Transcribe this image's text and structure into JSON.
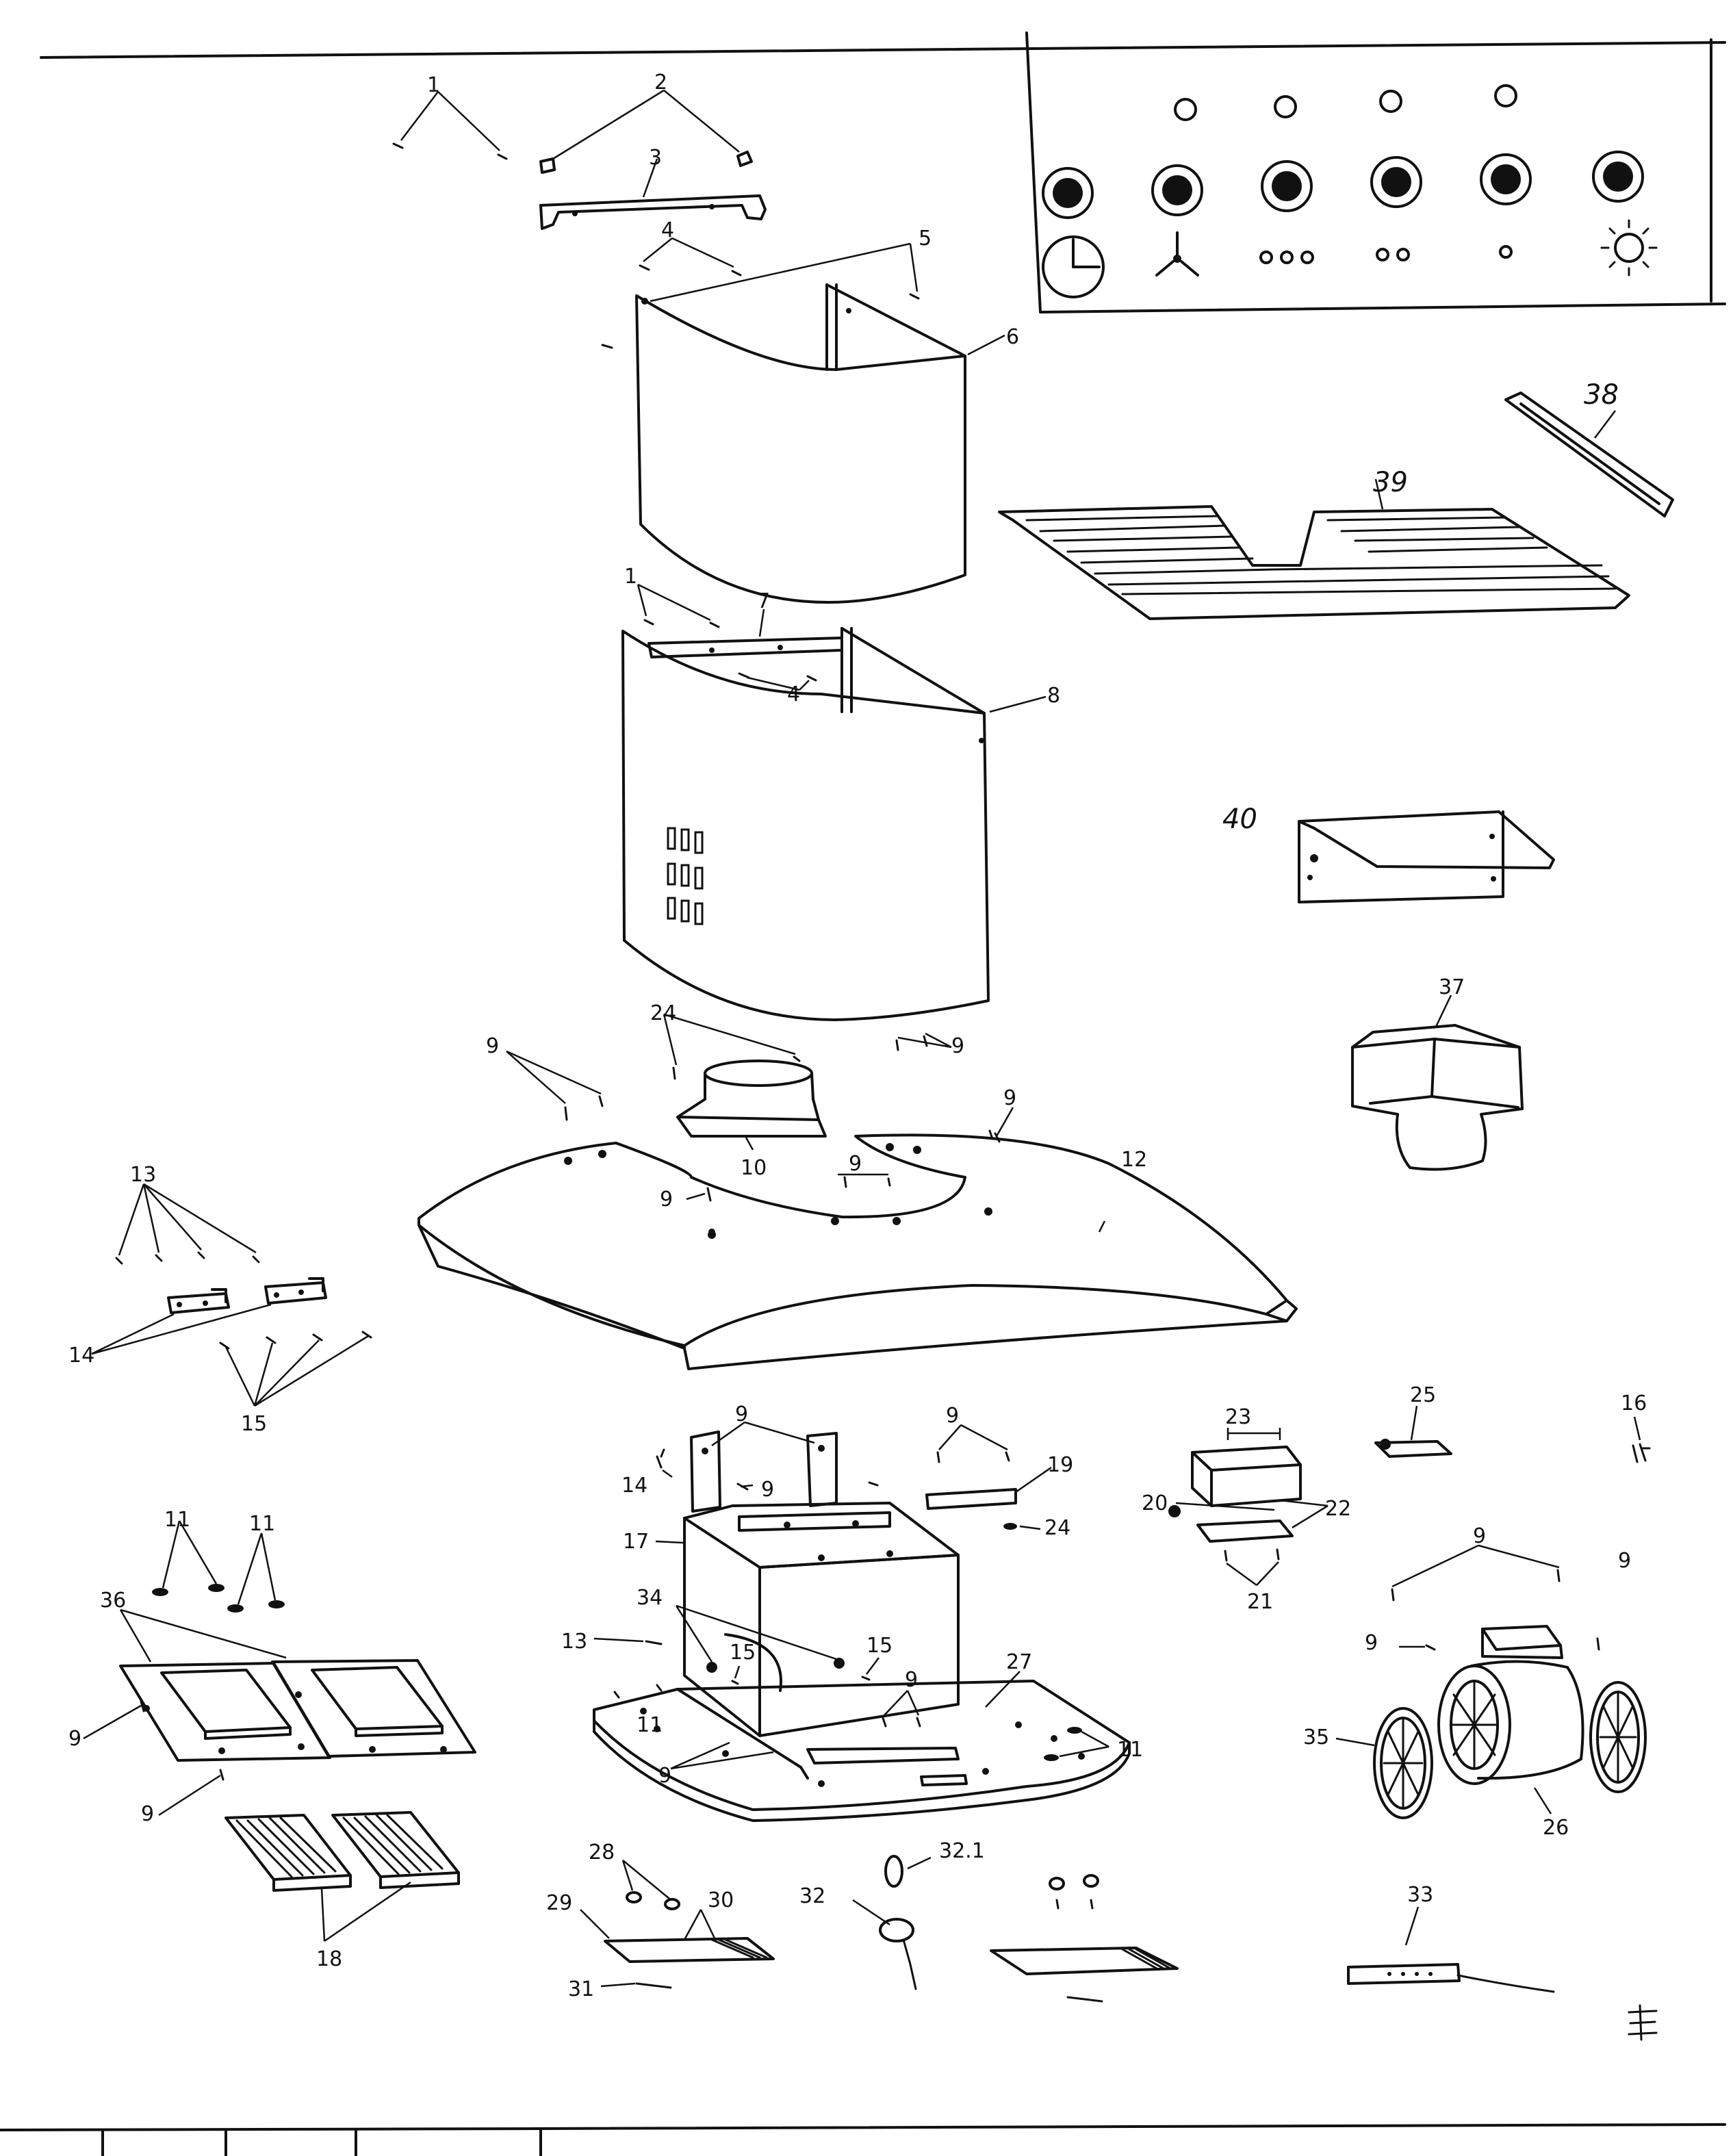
{
  "labels": {
    "l1a": "1",
    "l2": "2",
    "l3": "3",
    "l4a": "4",
    "l5": "5",
    "l6": "6",
    "l1b": "1",
    "l7": "7",
    "l4b": "4",
    "l8": "8",
    "l38": "38",
    "l39": "39",
    "l40": "40",
    "l37": "37",
    "l24a": "24",
    "l9a": "9",
    "l9b": "9",
    "l9c": "9",
    "l9d": "9",
    "l9e": "9",
    "l10": "10",
    "l12": "12",
    "l13a": "13",
    "l14a": "14",
    "l15a": "15",
    "l9f": "9",
    "l9g": "9",
    "l14b": "14",
    "l9h": "9",
    "l19": "19",
    "l24b": "24",
    "l17": "17",
    "l23": "23",
    "l25": "25",
    "l16": "16",
    "l20": "20",
    "l22": "22",
    "l21": "21",
    "l11a": "11",
    "l11b": "11",
    "l36": "36",
    "l9i": "9",
    "l9j": "9",
    "l9k": "9",
    "l9l": "9",
    "l13b": "13",
    "l34": "34",
    "l15b": "15",
    "l15c": "15",
    "l9m": "9",
    "l27": "27",
    "l11c": "11",
    "l9n": "9",
    "l11d": "11",
    "l9o": "9",
    "l35": "35",
    "l26": "26",
    "l18": "18",
    "l28": "28",
    "l29": "29",
    "l30": "30",
    "l31": "31",
    "l32": "32",
    "l321": "32.1",
    "l33": "33"
  },
  "control_panel": {
    "icons": [
      "timer-icon",
      "fan-icon",
      "speed-3-icon",
      "speed-2-icon",
      "speed-1-icon",
      "light-icon"
    ]
  }
}
